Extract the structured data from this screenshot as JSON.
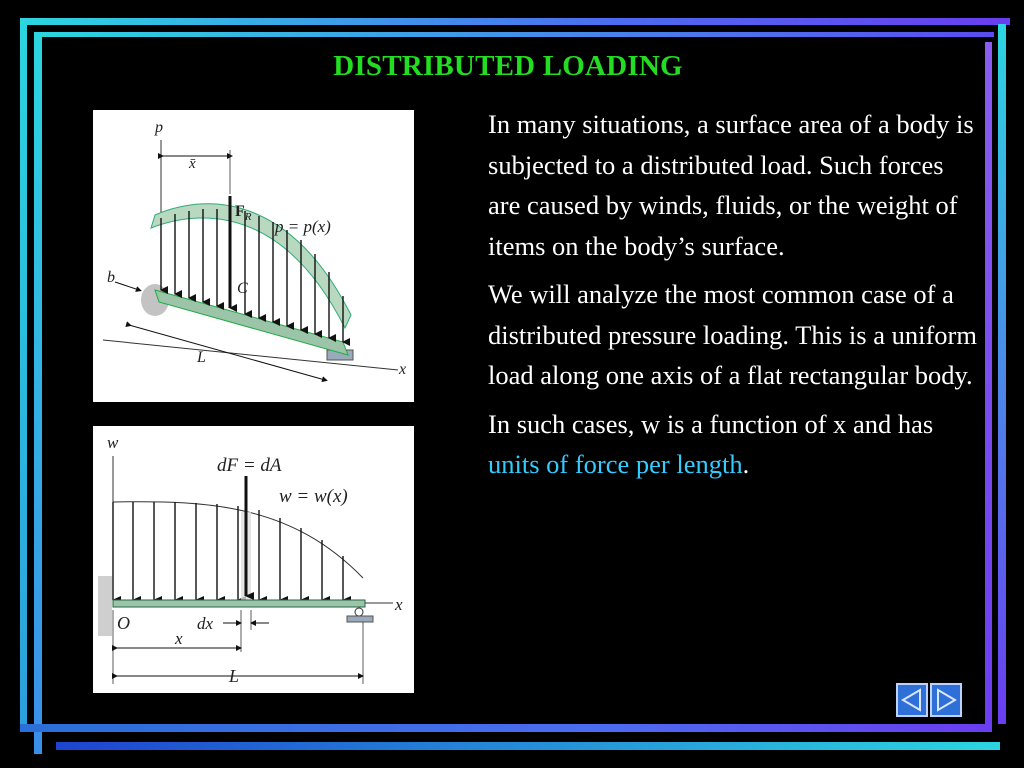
{
  "title": "DISTRIBUTED LOADING",
  "paragraphs": {
    "p1": "In many situations, a surface area of a body is subjected to a distributed load.  Such forces are caused by winds, fluids, or the weight of items on the body’s surface.",
    "p2": "We will analyze the most common case of a distributed pressure loading. This is a uniform load along one axis of a flat rectangular body.",
    "p3_before": "In such cases, w is a function of x and has ",
    "p3_highlight": "units of force per length",
    "p3_after": "."
  },
  "figure_top": {
    "label_p": "p",
    "label_xbar": "x̄",
    "label_FR_main": "F",
    "label_FR_sub": "R",
    "label_px": "p = p(x)",
    "label_b": "b",
    "label_C": "C",
    "label_L": "L",
    "label_x": "x"
  },
  "figure_bottom": {
    "label_w": "w",
    "label_dF": "dF = dA",
    "label_wx": "w = w(x)",
    "label_x_axis": "x",
    "label_O": "O",
    "label_dx": "dx",
    "label_x_dim": "x",
    "label_L": "L"
  },
  "colors": {
    "title": "#22dd22",
    "highlight": "#33ccff",
    "beam_fill": "#9cc4a8",
    "nav_button": "#2f6fd8"
  },
  "nav": {
    "prev_icon": "triangle-left-icon",
    "next_icon": "triangle-right-icon"
  }
}
